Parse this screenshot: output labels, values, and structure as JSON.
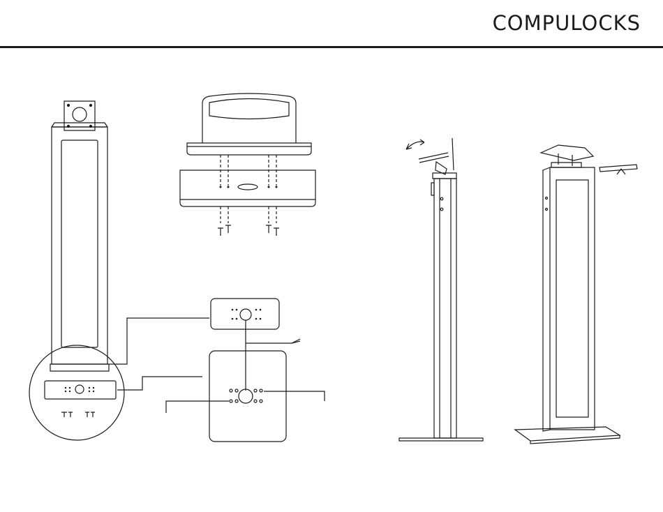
{
  "header": {
    "brand": "COMPULOCKS"
  },
  "figures": [
    {
      "id": "kiosk-front-with-detail",
      "icon": "kiosk-stand-front-icon"
    },
    {
      "id": "enclosure-mount-exploded",
      "icon": "mounting-plate-exploded-icon"
    },
    {
      "id": "plate-hole-pattern",
      "icon": "vesa-hole-pattern-icon"
    },
    {
      "id": "kiosk-side-tilt",
      "icon": "tilt-arrow-icon"
    },
    {
      "id": "kiosk-perspective",
      "icon": "kiosk-stand-perspective-icon"
    }
  ],
  "colors": {
    "line": "#1a1a1a",
    "background": "#ffffff"
  }
}
